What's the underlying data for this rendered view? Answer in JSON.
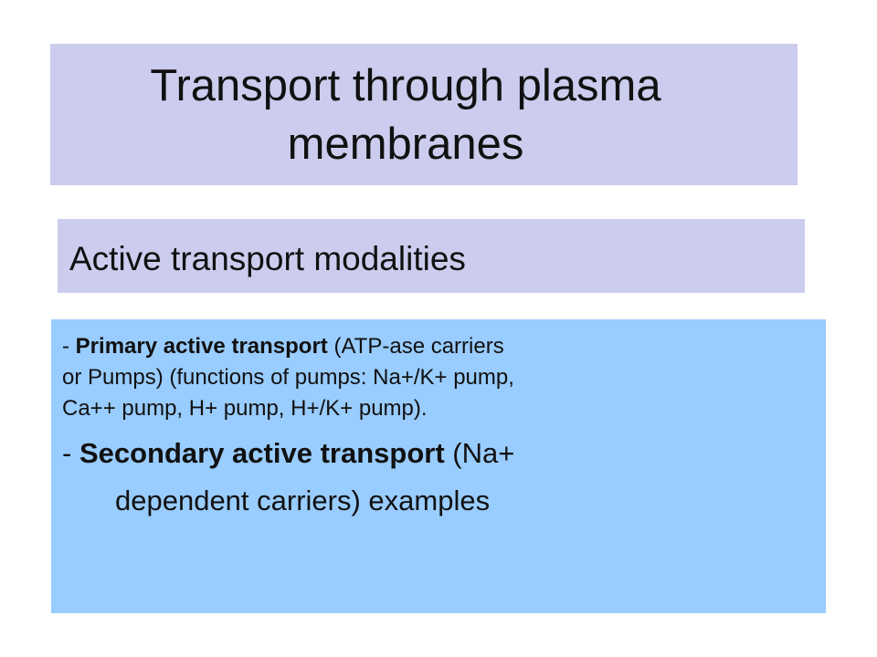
{
  "title": {
    "line1": "Transport through plasma",
    "line2": "membranes"
  },
  "subtitle": "Active transport modalities",
  "content": {
    "item1": {
      "dash": "- ",
      "bold": "Primary active transport",
      "rest_line1": " (ATP-ase carriers",
      "line2": "or Pumps) (functions of pumps: Na+/K+ pump,",
      "line3": "Ca++ pump, H+ pump, H+/K+ pump)."
    },
    "item2": {
      "dash": "- ",
      "bold": "Secondary active transport",
      "rest_line1": " (Na+",
      "line2": "dependent carriers) examples"
    }
  },
  "colors": {
    "title_bg": "#ccccee",
    "content_bg": "#99ccff"
  }
}
